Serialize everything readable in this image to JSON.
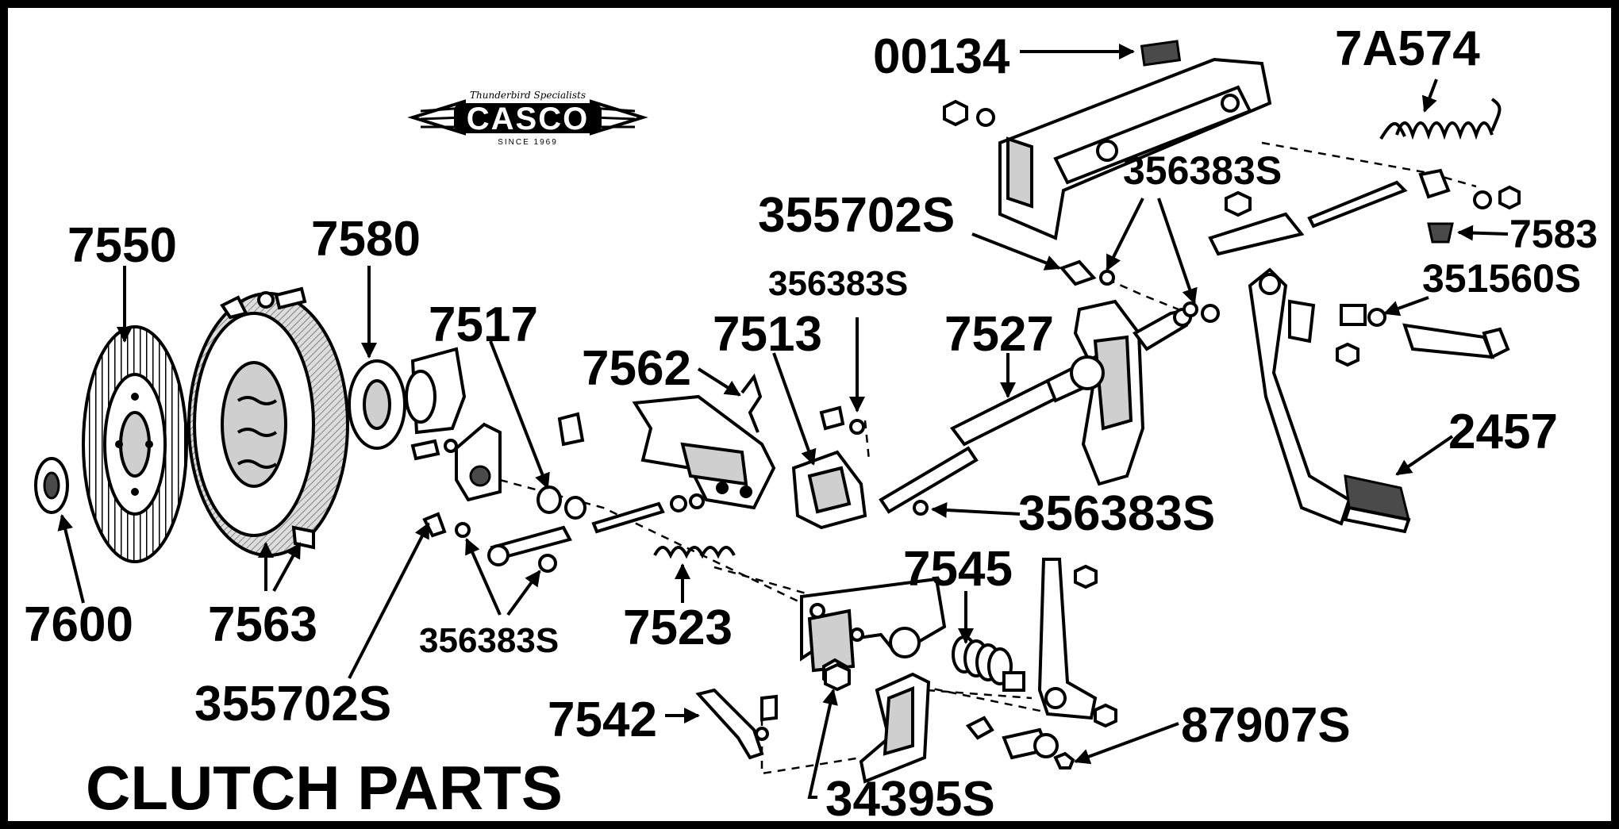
{
  "title": "CLUTCH PARTS",
  "logo": {
    "brand": "CASCO",
    "tagline": "Thunderbird Specialists",
    "since": "SINCE 1969"
  },
  "labels": {
    "p00134": "00134",
    "p7A574": "7A574",
    "p356383S_top": "356383S",
    "p355702S_top": "355702S",
    "p7583": "7583",
    "p351560S": "351560S",
    "p7550": "7550",
    "p7580": "7580",
    "p356383S_mid": "356383S",
    "p7517": "7517",
    "p7527": "7527",
    "p7513": "7513",
    "p7562": "7562",
    "p2457": "2457",
    "p356383S_right": "356383S",
    "p7545": "7545",
    "p7600": "7600",
    "p7563": "7563",
    "p7523": "7523",
    "p356383S_low": "356383S",
    "p355702S_low": "355702S",
    "p7542": "7542",
    "p87907S": "87907S",
    "p34395S": "34395S"
  }
}
